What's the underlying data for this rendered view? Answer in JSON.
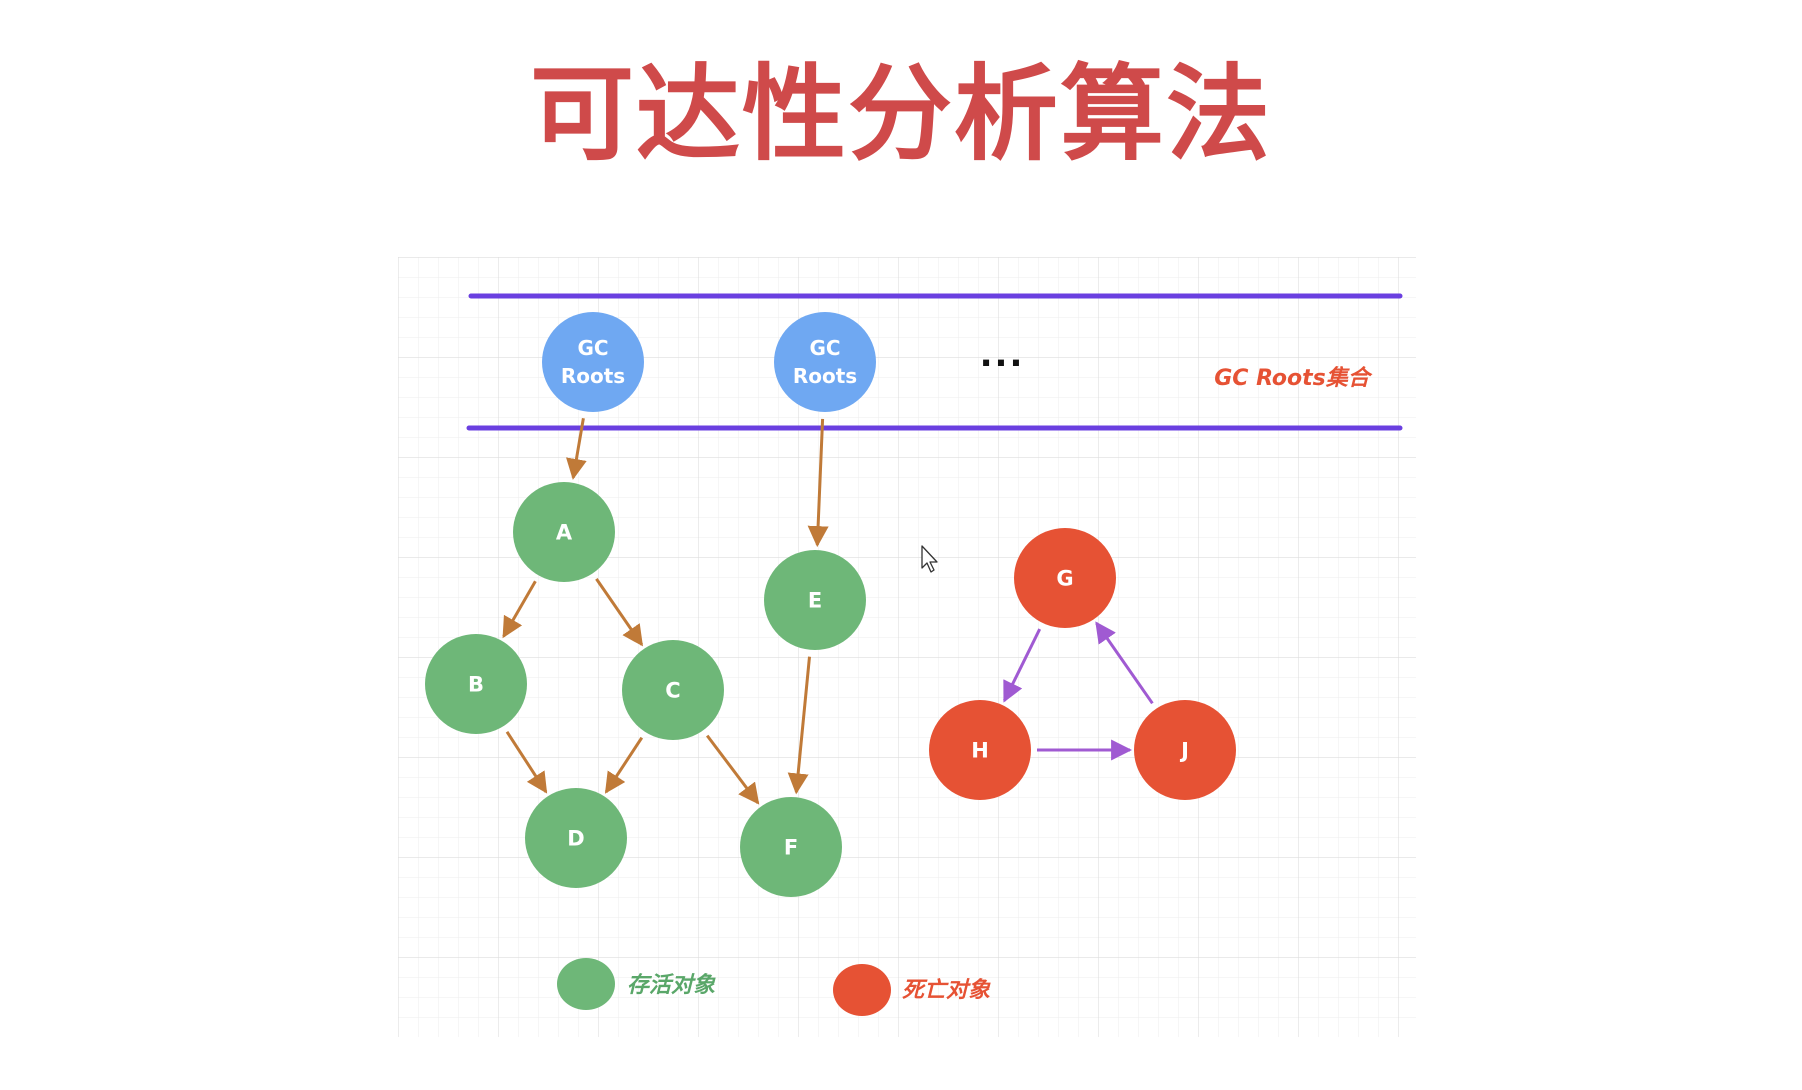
{
  "title": "可达性分析算法",
  "colors": {
    "title": "#cf4a4a",
    "band_line": "#6a3fe0",
    "root_fill": "#6fa8f2",
    "live_fill": "#6eb778",
    "dead_fill": "#e65234",
    "live_edge": "#c07a38",
    "dead_edge": "#a05ad2",
    "roots_label": "#e65234",
    "live_legend_text": "#5aa769",
    "dead_legend_text": "#e65234"
  },
  "roots_band": {
    "label": "GC Roots集合",
    "ellipsis": "..."
  },
  "nodes": [
    {
      "id": "root1",
      "kind": "root",
      "label": "GC\nRoots"
    },
    {
      "id": "root2",
      "kind": "root",
      "label": "GC\nRoots"
    },
    {
      "id": "A",
      "kind": "live",
      "label": "A"
    },
    {
      "id": "B",
      "kind": "live",
      "label": "B"
    },
    {
      "id": "C",
      "kind": "live",
      "label": "C"
    },
    {
      "id": "D",
      "kind": "live",
      "label": "D"
    },
    {
      "id": "E",
      "kind": "live",
      "label": "E"
    },
    {
      "id": "F",
      "kind": "live",
      "label": "F"
    },
    {
      "id": "G",
      "kind": "dead",
      "label": "G"
    },
    {
      "id": "H",
      "kind": "dead",
      "label": "H"
    },
    {
      "id": "J",
      "kind": "dead",
      "label": "J"
    }
  ],
  "edges": [
    {
      "from": "root1",
      "to": "A",
      "kind": "live"
    },
    {
      "from": "root2",
      "to": "E",
      "kind": "live"
    },
    {
      "from": "A",
      "to": "B",
      "kind": "live"
    },
    {
      "from": "A",
      "to": "C",
      "kind": "live"
    },
    {
      "from": "B",
      "to": "D",
      "kind": "live"
    },
    {
      "from": "C",
      "to": "D",
      "kind": "live"
    },
    {
      "from": "C",
      "to": "F",
      "kind": "live"
    },
    {
      "from": "E",
      "to": "F",
      "kind": "live"
    },
    {
      "from": "G",
      "to": "H",
      "kind": "dead"
    },
    {
      "from": "H",
      "to": "J",
      "kind": "dead"
    },
    {
      "from": "J",
      "to": "G",
      "kind": "dead"
    }
  ],
  "legend": {
    "live_label": "存活对象",
    "dead_label": "死亡对象"
  }
}
